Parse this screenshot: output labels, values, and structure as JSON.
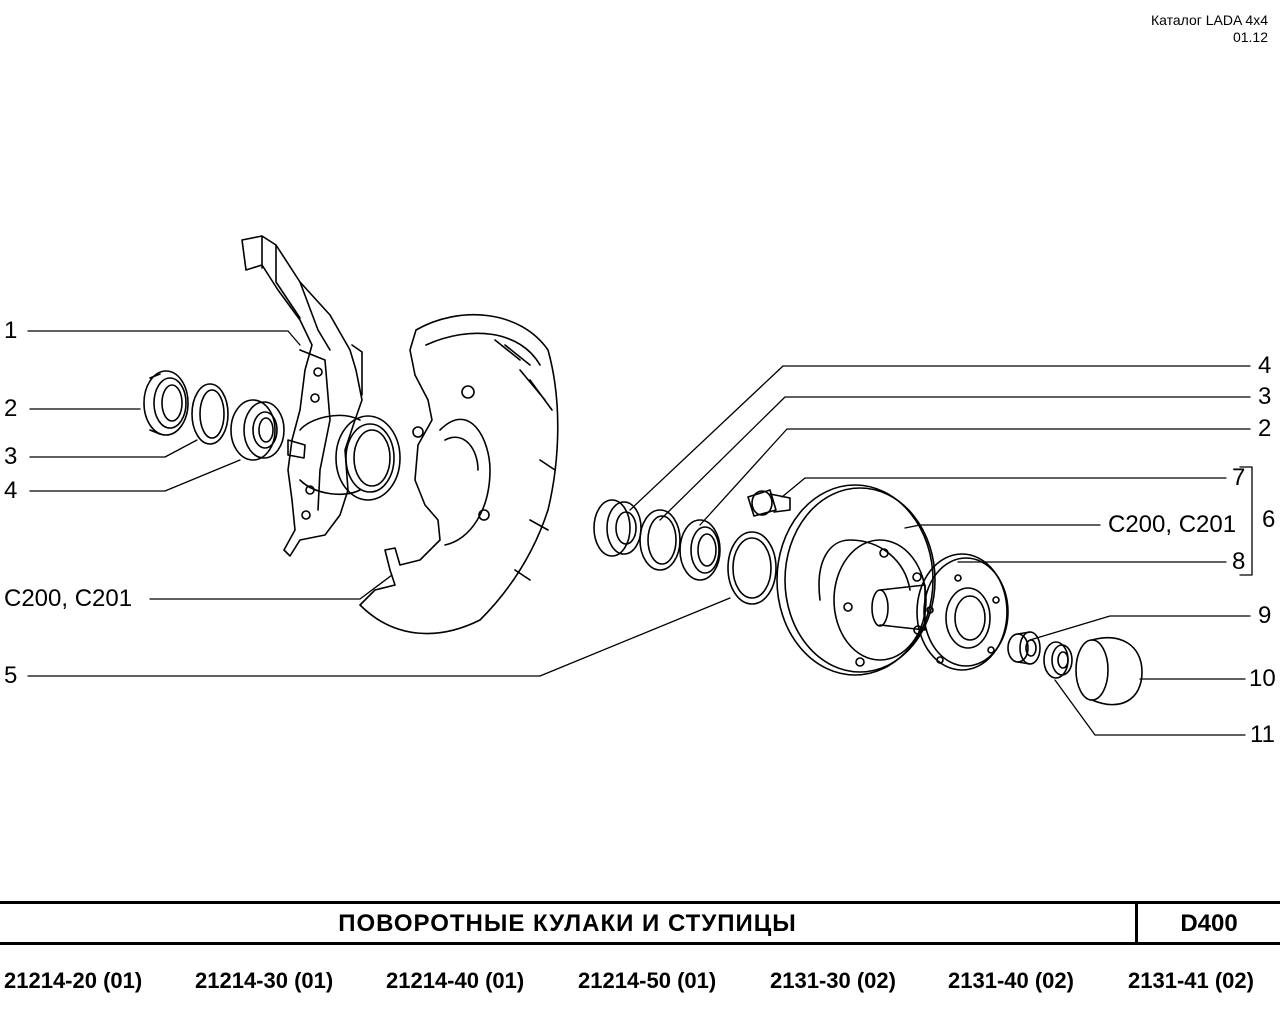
{
  "header": {
    "catalog": "Каталог  LADA  4x4",
    "date": "01.12"
  },
  "callouts": {
    "left_1": "1",
    "left_2": "2",
    "left_3": "3",
    "left_4": "4",
    "left_c200": "C200, C201",
    "left_5": "5",
    "right_4": "4",
    "right_3": "3",
    "right_2": "2",
    "right_7": "7",
    "right_c200": "C200, C201",
    "right_6": "6",
    "right_8": "8",
    "right_9": "9",
    "right_10": "10",
    "right_11": "11"
  },
  "title": {
    "text": "ПОВОРОТНЫЕ   КУЛАКИ   И   СТУПИЦЫ",
    "code": "D400"
  },
  "models": [
    "21214-20 (01)",
    "21214-30 (01)",
    "21214-40 (01)",
    "21214-50 (01)",
    "2131-30 (02)",
    "2131-40 (02)",
    "2131-41 (02)"
  ]
}
